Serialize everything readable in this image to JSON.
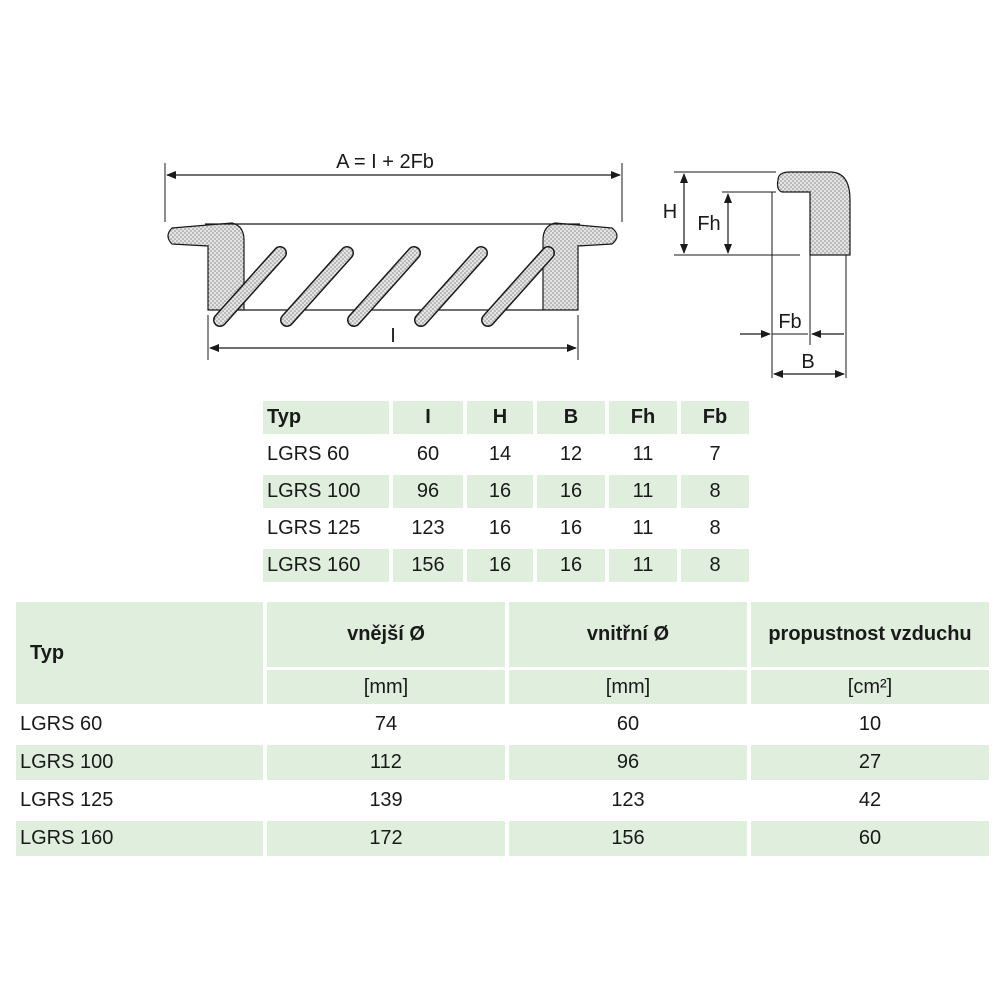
{
  "drawing": {
    "labels": {
      "overall_width": "A = I + 2Fb",
      "inner_width": "I",
      "height": "H",
      "fh": "Fh",
      "fb": "Fb",
      "b": "B"
    },
    "colors": {
      "material_fill": "#d9d9d9",
      "line": "#1a1a1a",
      "table_shade": "#dfeedd"
    }
  },
  "dimensions_table": {
    "headers": [
      "Typ",
      "I",
      "H",
      "B",
      "Fh",
      "Fb"
    ],
    "rows": [
      [
        "LGRS 60",
        "60",
        "14",
        "12",
        "11",
        "7"
      ],
      [
        "LGRS 100",
        "96",
        "16",
        "16",
        "11",
        "8"
      ],
      [
        "LGRS 125",
        "123",
        "16",
        "16",
        "11",
        "8"
      ],
      [
        "LGRS 160",
        "156",
        "16",
        "16",
        "11",
        "8"
      ]
    ]
  },
  "flow_table": {
    "header_typ": "Typ",
    "groups": [
      {
        "label": "vnější Ø",
        "unit": "[mm]"
      },
      {
        "label": "vnitřní Ø",
        "unit": "[mm]"
      },
      {
        "label": "propustnost vzduchu",
        "unit": "[cm²]"
      }
    ],
    "rows": [
      [
        "LGRS 60",
        "74",
        "60",
        "10"
      ],
      [
        "LGRS 100",
        "112",
        "96",
        "27"
      ],
      [
        "LGRS 125",
        "139",
        "123",
        "42"
      ],
      [
        "LGRS 160",
        "172",
        "156",
        "60"
      ]
    ]
  }
}
